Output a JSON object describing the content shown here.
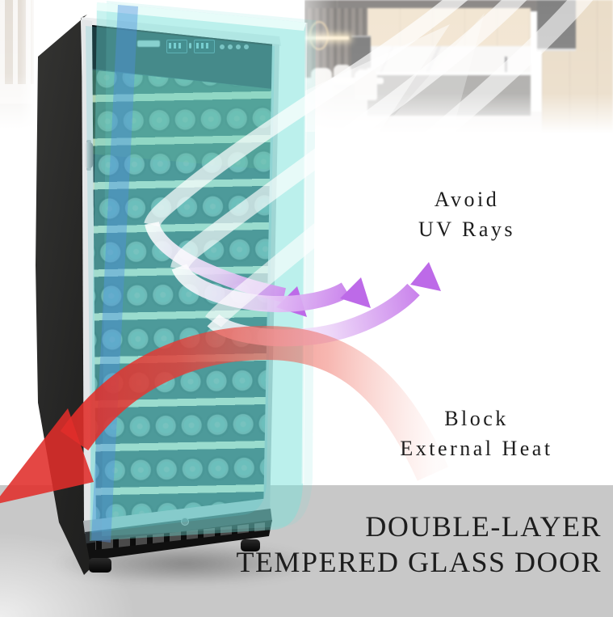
{
  "annotations": {
    "uv": {
      "line1": "Avoid",
      "line2": "UV Rays"
    },
    "heat": {
      "line1": "Block",
      "line2": "External Heat"
    }
  },
  "caption": {
    "line1": "DOUBLE-LAYER",
    "line2": "TEMPERED GLASS DOOR"
  },
  "colors": {
    "uv_purple": "#bd6ae8",
    "heat_red": "#e02e2a",
    "glass_cyan": "#76e2da",
    "glass_blue": "#4f8fe0",
    "floor_gray": "#c8c8c8",
    "text_dark": "#1d1d1d"
  },
  "scene": {
    "description": "Upright wine cooler with double-layer tempered glass door in a kitchen; three purple arrows show UV rays deflected, one red arrow shows external heat blocked",
    "uv_arrow_count": 3,
    "heat_arrow_count": 1,
    "shelf_rows": 10
  }
}
